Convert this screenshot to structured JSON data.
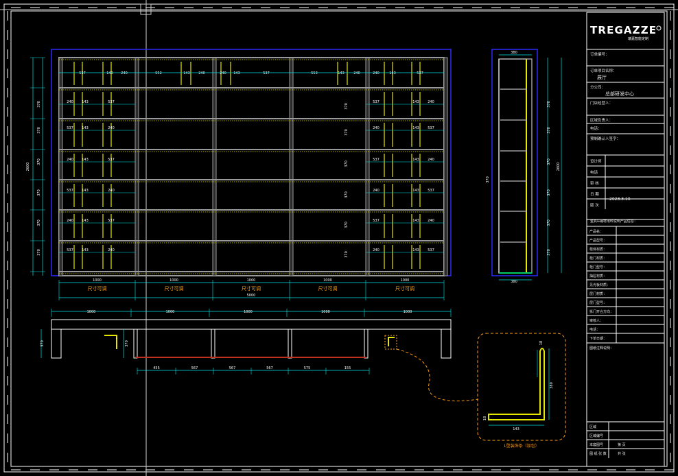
{
  "brand": {
    "logo_text": "TREGAZZE",
    "logo_sub": "瑞嘉智能定制"
  },
  "title_block": {
    "project_no_label": "订单编号：",
    "project_name_label": "订单项目名称：",
    "project_name_value": "展厅",
    "company_label": "分公司：",
    "company_value": "总部研发中心",
    "store_contact_label": "门店经营人：",
    "region_manager_label": "区域负责人：",
    "phone_label": "电话：",
    "signature_label": "预制确认人签字：",
    "designer_label": "设计师",
    "designer_phone_label": "电话",
    "review_label": "审 核",
    "date_label": "日 期",
    "date_value": "2023.3.10",
    "version_label": "版 次",
    "product_section_label": "金具&辅材用料说明产品信息：",
    "product_rows": [
      "产品名：",
      "产品型号：",
      "柜体材质：",
      "柜门材质：",
      "柜门型号：",
      "抽屉材质：",
      "见光板材质：",
      "层门材质：",
      "层门型号：",
      "拆门开合方向：",
      "审核人：",
      "电话：",
      "下单日期："
    ],
    "remarks_label": "图纸注释说明：",
    "footer_rows": [
      {
        "label": "区域",
        "value": ""
      },
      {
        "label": "区域编号",
        "value": ""
      },
      {
        "label": "本套图号",
        "value": "第 页"
      },
      {
        "label": "图 纸 张 数",
        "value": "共 张"
      }
    ]
  },
  "drawing": {
    "front_dims_top": [
      "537",
      "143",
      "240",
      "552",
      "143",
      "240",
      "240",
      "143",
      "537",
      "553",
      "143",
      "240",
      "240",
      "143",
      "537"
    ],
    "cell_dims": [
      "240",
      "143",
      "537",
      "370",
      "537",
      "143",
      "240"
    ],
    "bottom_labels": [
      "尺寸可调",
      "尺寸可调",
      "尺寸可调",
      "尺寸可调",
      "尺寸可调"
    ],
    "bottom_segments": [
      "1000",
      "1000",
      "1000",
      "1000",
      "1000"
    ],
    "overall_width": "5000",
    "overall_height": "2600",
    "row_height": "370",
    "side_top_dim": "380",
    "side_bottom_dim": "380",
    "side_height": "2600",
    "plan_segments": [
      "1000",
      "1000",
      "1000",
      "1000",
      "1000"
    ],
    "plan_depth": "370",
    "plan_bottom_dims": [
      "455",
      "567",
      "567",
      "567",
      "575",
      "155"
    ],
    "detail_caption": "L型装饰条（加包）",
    "detail_dims": {
      "width": "143",
      "height": "380",
      "thk": "18"
    }
  }
}
